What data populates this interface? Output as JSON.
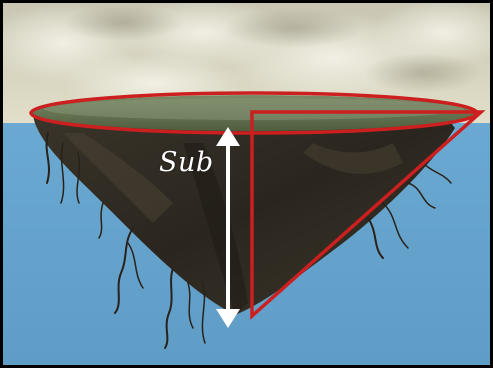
{
  "diagram": {
    "label": "Sub",
    "colors": {
      "sky_top": "#c8c6b2",
      "sky_bottom": "#e2dfca",
      "water": "#6aa9d2",
      "water_dark": "#5f9cc6",
      "island_top": "#5d6c4a",
      "island_rock": "#2e2a22",
      "roots": "#2a221a",
      "outline": "#cc1f1f",
      "arrow": "#ffffff",
      "label": "#ffffff",
      "border": "#000000"
    },
    "icons": {
      "arrow": "double-headed-vertical-arrow",
      "triangle": "right-triangle-outline",
      "ellipse": "ellipse-outline"
    }
  }
}
